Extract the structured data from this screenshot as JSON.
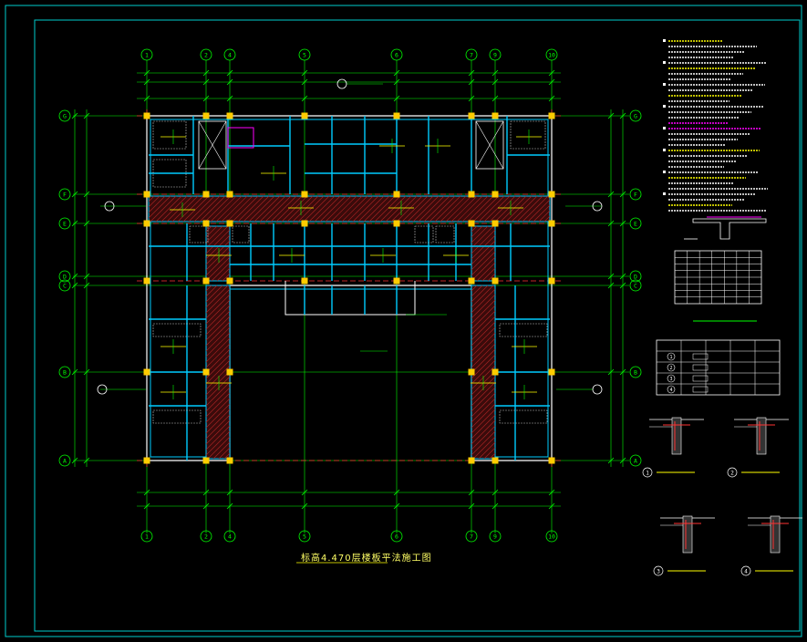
{
  "drawing": {
    "title": "标高4.470层楼板平法施工图",
    "grid_labels_top": [
      "1",
      "2",
      "4",
      "5",
      "6",
      "7",
      "9",
      "10"
    ],
    "grid_labels_bottom": [
      "1",
      "2",
      "4",
      "5",
      "6",
      "7",
      "9",
      "10"
    ],
    "grid_labels_left": [
      "G",
      "F",
      "E",
      "D",
      "C",
      "B",
      "A"
    ],
    "grid_labels_right": [
      "G",
      "F",
      "E",
      "D",
      "C",
      "B",
      "A"
    ],
    "detail_markers": [
      "1",
      "2",
      "3",
      "4"
    ],
    "legend_rows": [
      "1",
      "2",
      "3",
      "4"
    ]
  },
  "colors": {
    "background": "#000000",
    "border": "#00cccc",
    "grid": "#00ff00",
    "wall": "#ffffff",
    "beam": "#00ccff",
    "column": "#ffcc00",
    "axis": "#ff3333",
    "dim": "#00ff00",
    "rebar": "#ffff00",
    "note": "#ff00ff",
    "text": "#ffffff"
  }
}
